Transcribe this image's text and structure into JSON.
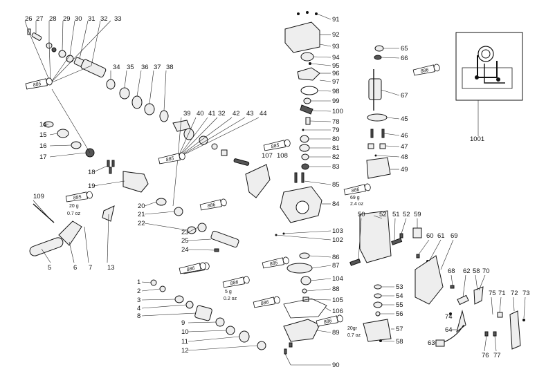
{
  "labels": [
    {
      "num": "26"
    },
    {
      "num": "27"
    },
    {
      "num": "28"
    },
    {
      "num": "29"
    },
    {
      "num": "30"
    },
    {
      "num": "31"
    },
    {
      "num": "32"
    },
    {
      "num": "33"
    },
    {
      "num": "34"
    },
    {
      "num": "35"
    },
    {
      "num": "36"
    },
    {
      "num": "37"
    },
    {
      "num": "38"
    },
    {
      "num": "14"
    },
    {
      "num": "15"
    },
    {
      "num": "16"
    },
    {
      "num": "17"
    },
    {
      "num": "18"
    },
    {
      "num": "19"
    },
    {
      "num": "39"
    },
    {
      "num": "40"
    },
    {
      "num": "41"
    },
    {
      "num": "32"
    },
    {
      "num": "42"
    },
    {
      "num": "43"
    },
    {
      "num": "44"
    },
    {
      "num": "107"
    },
    {
      "num": "108"
    },
    {
      "num": "109"
    },
    {
      "num": "5"
    },
    {
      "num": "6"
    },
    {
      "num": "7"
    },
    {
      "num": "13"
    },
    {
      "num": "20"
    },
    {
      "num": "21"
    },
    {
      "num": "22"
    },
    {
      "num": "23"
    },
    {
      "num": "25"
    },
    {
      "num": "24"
    },
    {
      "num": "1"
    },
    {
      "num": "2"
    },
    {
      "num": "3"
    },
    {
      "num": "4"
    },
    {
      "num": "8"
    },
    {
      "num": "9"
    },
    {
      "num": "10"
    },
    {
      "num": "11"
    },
    {
      "num": "12"
    },
    {
      "num": "91"
    },
    {
      "num": "92"
    },
    {
      "num": "93"
    },
    {
      "num": "94"
    },
    {
      "num": "95"
    },
    {
      "num": "96"
    },
    {
      "num": "97"
    },
    {
      "num": "98"
    },
    {
      "num": "99"
    },
    {
      "num": "100"
    },
    {
      "num": "78"
    },
    {
      "num": "79"
    },
    {
      "num": "80"
    },
    {
      "num": "81"
    },
    {
      "num": "82"
    },
    {
      "num": "83"
    },
    {
      "num": "85"
    },
    {
      "num": "84"
    },
    {
      "num": "103"
    },
    {
      "num": "102"
    },
    {
      "num": "86"
    },
    {
      "num": "87"
    },
    {
      "num": "104"
    },
    {
      "num": "88"
    },
    {
      "num": "105"
    },
    {
      "num": "106"
    },
    {
      "num": "89"
    },
    {
      "num": "90"
    },
    {
      "num": "65"
    },
    {
      "num": "66"
    },
    {
      "num": "67"
    },
    {
      "num": "45"
    },
    {
      "num": "46"
    },
    {
      "num": "47"
    },
    {
      "num": "48"
    },
    {
      "num": "49"
    },
    {
      "num": "1001"
    },
    {
      "num": "50"
    },
    {
      "num": "52"
    },
    {
      "num": "51"
    },
    {
      "num": "52"
    },
    {
      "num": "59"
    },
    {
      "num": "60"
    },
    {
      "num": "61"
    },
    {
      "num": "69"
    },
    {
      "num": "53"
    },
    {
      "num": "54"
    },
    {
      "num": "55"
    },
    {
      "num": "56"
    },
    {
      "num": "57"
    },
    {
      "num": "58"
    },
    {
      "num": "68"
    },
    {
      "num": "62"
    },
    {
      "num": "58"
    },
    {
      "num": "70"
    },
    {
      "num": "74"
    },
    {
      "num": "75"
    },
    {
      "num": "71"
    },
    {
      "num": "72"
    },
    {
      "num": "73"
    },
    {
      "num": "64"
    },
    {
      "num": "63"
    },
    {
      "num": "76"
    },
    {
      "num": "77"
    }
  ],
  "grease_tubes": [
    {
      "code": "885"
    },
    {
      "code": "885"
    },
    {
      "code": "885"
    },
    {
      "code": "886"
    },
    {
      "code": "886"
    },
    {
      "code": "885"
    },
    {
      "code": "885"
    },
    {
      "code": "886"
    },
    {
      "code": "886"
    },
    {
      "code": "886"
    },
    {
      "code": "886"
    },
    {
      "code": "886"
    },
    {
      "code": "885"
    },
    {
      "code": "886"
    }
  ],
  "notes": {
    "tube_19_amount": "20 g",
    "tube_19_oz": "0.7 oz",
    "tube_85_amount": "69 g",
    "tube_85_oz": "2.4 oz",
    "tube_87_amount": "5 g",
    "tube_87_oz": "0.2 oz",
    "tube_57_amount": "20gr",
    "tube_57_oz": "0.7 oz"
  }
}
